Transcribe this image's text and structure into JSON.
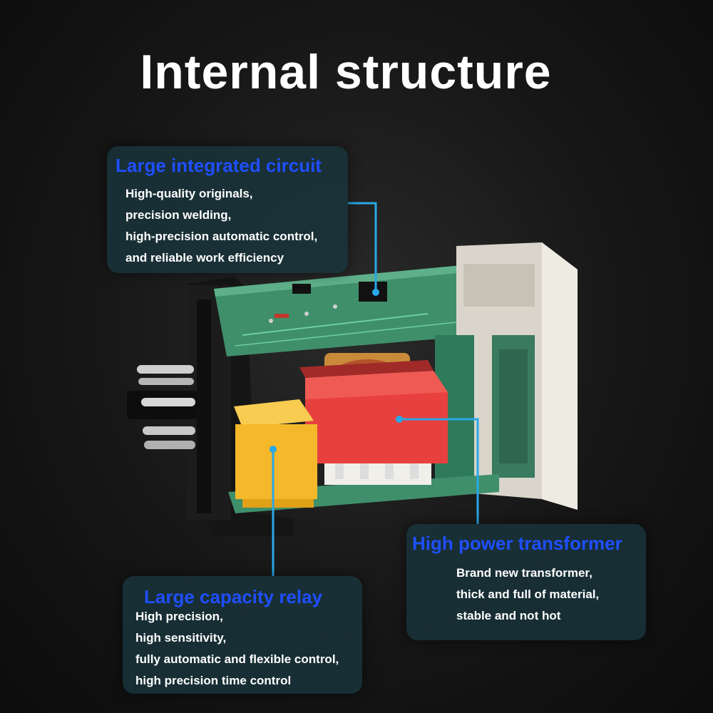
{
  "title": "Internal structure",
  "callouts": {
    "integrated_circuit": {
      "heading": "Large integrated circuit",
      "lines": [
        "High-quality originals,",
        "precision welding,",
        "high-precision automatic control,",
        "and reliable work efficiency"
      ]
    },
    "transformer": {
      "heading": "High power transformer",
      "lines": [
        "Brand new transformer,",
        "thick and full of material,",
        "stable and not hot"
      ]
    },
    "relay": {
      "heading": "Large capacity relay",
      "lines": [
        "High precision,",
        "high sensitivity,",
        "fully automatic and flexible control,",
        "high precision time control"
      ]
    }
  },
  "colors": {
    "heading": "#1f4fff",
    "leader": "#29a8e8",
    "pcb": "#3f8f6a",
    "transformer": "#e8403f",
    "relay": "#f5b82a",
    "housing": "#e4e0d6"
  }
}
